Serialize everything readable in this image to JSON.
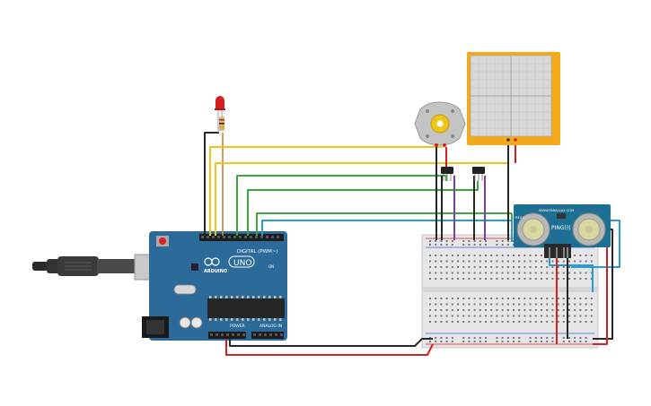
{
  "arduino": {
    "brand": "ARDUINO",
    "model": "UNO",
    "digital_label": "DIGITAL (PWM~)",
    "power_label": "POWER",
    "analog_label": "ANALOG IN",
    "on_label": "ON",
    "colors": {
      "board": "#2c6a9a",
      "header": "#1c1c1c",
      "chip": "#262626"
    }
  },
  "sensor": {
    "model": "PING)))",
    "site": "WWW.PARALLAX.COM",
    "rev": "REV C",
    "colors": {
      "board": "#1d6f94",
      "transducer": "#b8b8b8"
    }
  },
  "oscilloscope": {
    "colors": {
      "frame": "#f2a91a",
      "screen": "#d8d8d8"
    }
  },
  "wires": {
    "colors": {
      "yellow": "#f0c419",
      "green": "#3aa83a",
      "blue": "#2a9ad8",
      "black": "#262626",
      "red": "#d42020",
      "purple": "#7a3fa8",
      "led_anode": "#c8823a"
    }
  },
  "icons": [
    "usb-cable-icon",
    "led-icon",
    "resistor-icon",
    "dc-motor-icon",
    "transistor-icon",
    "breadboard-icon",
    "ultrasonic-sensor-icon",
    "oscilloscope-icon",
    "arduino-uno-icon"
  ]
}
